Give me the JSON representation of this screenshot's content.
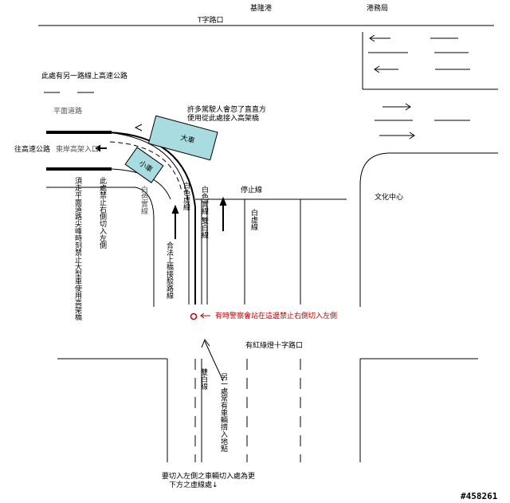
{
  "labels": {
    "keelung_port": "基隆港",
    "port_bureau": "港務局",
    "t_junction": "T字路口",
    "another_route": "此處有另一路線上高速公路",
    "flat_road": "平面道路",
    "many_drivers": "許多駕駛人會忽了直直方",
    "use_this": "便用從此處接入高架橋",
    "truck": "大車",
    "small_car": "小車",
    "to_highway": "往高速公路",
    "east_ramp": "東岸高架入口",
    "flat_peak": "須走平面道路尖峰時刻禁止大型車使用高架橋",
    "no_right_left": "此處禁止右側切入左側",
    "white_solid_left": "白色實線",
    "white_dashed": "白色虛線",
    "white_solid_right": "白色實線",
    "double_white": "雙白線",
    "stop_line": "停止線",
    "white_lane": "白虛線",
    "culture_center": "文化中心",
    "legal_ramp": "合法上橋接駁路線",
    "police_note": "有時警察會站在這邊禁止右側切入左側",
    "red_light": "有紅綠燈十字路口",
    "double_white_lower": "雙白線",
    "another_place": "另一處常有車輛擠入地點",
    "bottom_note_1": "要切入左側之車輛切入處為更",
    "bottom_note_2": "下方之虛線處↓",
    "photo_tag": "#458261"
  },
  "colors": {
    "vehicle_fill": "#a8dce0",
    "road_line": "#000000",
    "police_marker": "#c00000"
  }
}
